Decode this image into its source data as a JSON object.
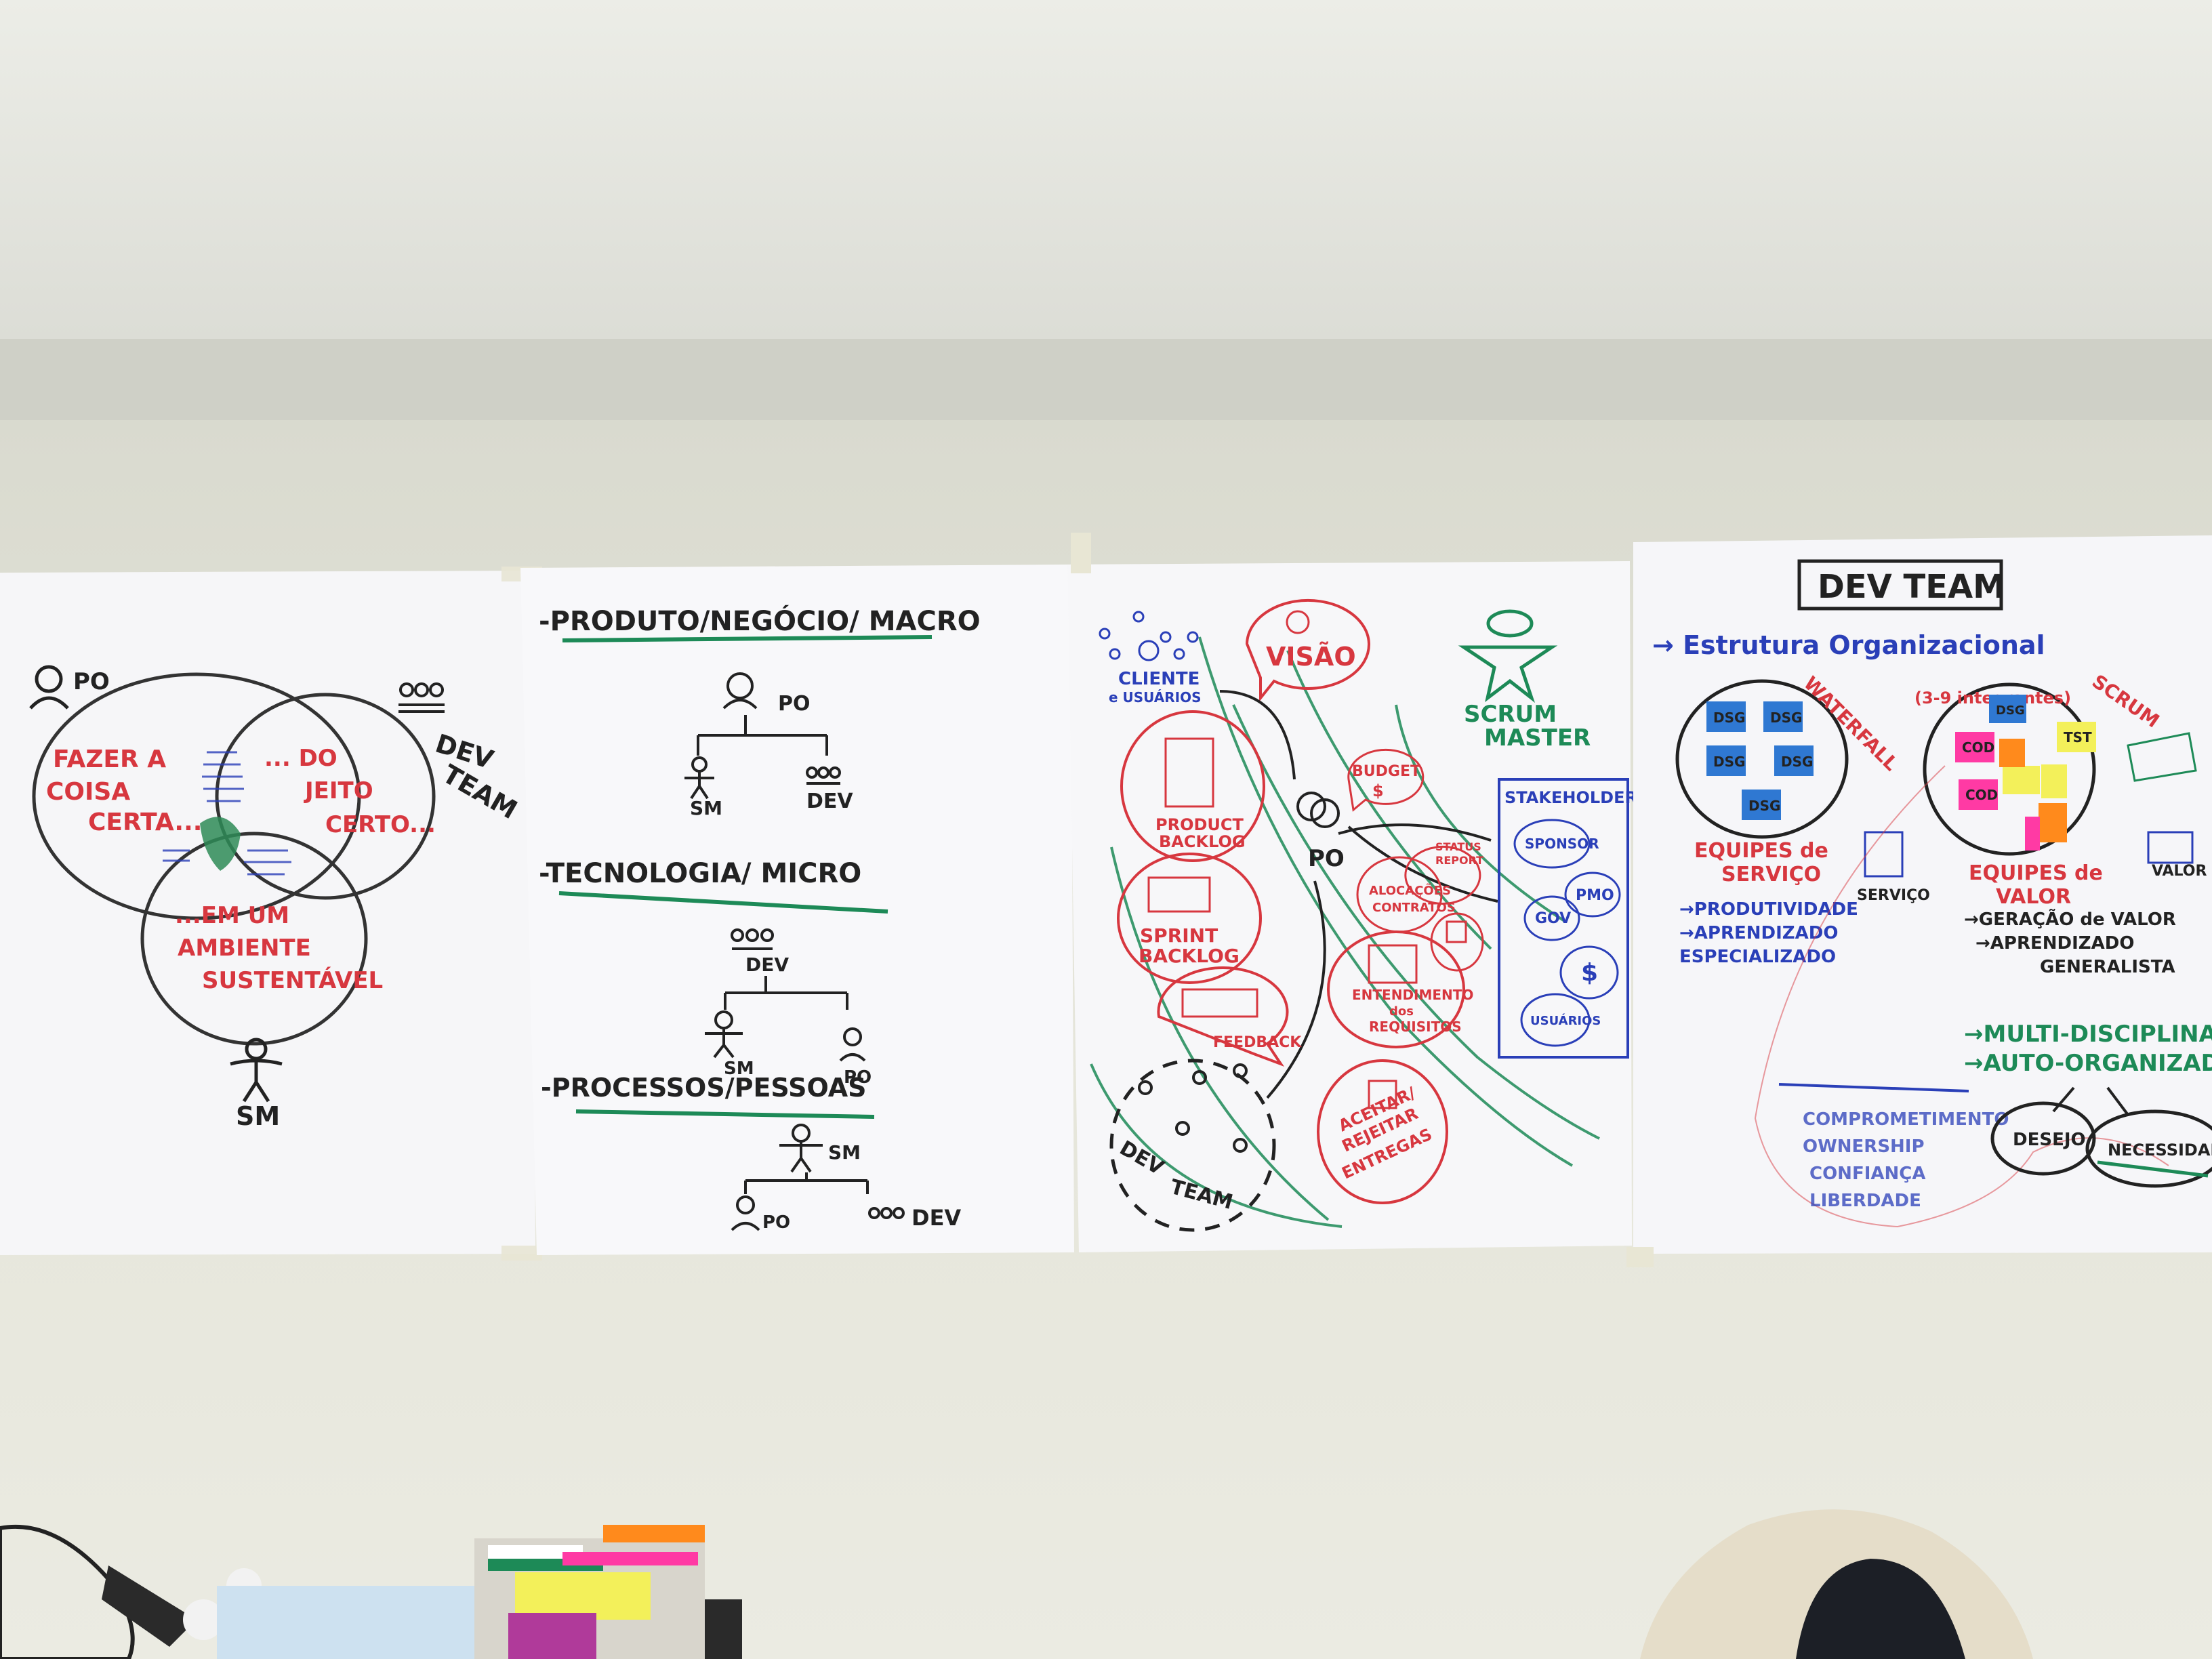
{
  "colors": {
    "ceiling": "#e6e7e1",
    "wall": "#e5e5da",
    "paper": "#f7f7f9",
    "marker_black": "#222222",
    "marker_red": "#d7373f",
    "marker_green": "#1d8a57",
    "marker_blue": "#2a3fb8",
    "postit_blue": "#2f78d2",
    "postit_pink": "#ff3aa4",
    "postit_yellow": "#f3f05a",
    "postit_orange": "#ff8a1c"
  },
  "sheet1": {
    "po": "PO",
    "dev_team": [
      "DEV",
      "TEAM"
    ],
    "circle_left": [
      "FAZER A",
      "COISA",
      "CERTA..."
    ],
    "circle_right": [
      "... DO",
      "JEITO",
      "CERTO..."
    ],
    "circle_bottom": [
      "...EM UM",
      "AMBIENTE",
      "SUSTENTÁVEL"
    ],
    "sm": "SM"
  },
  "sheet2": {
    "heading1": "-PRODUTO/NEGÓCIO/ MACRO",
    "heading2": "-TECNOLOGIA/ MICRO",
    "heading3": "-PROCESSOS/PESSOAS",
    "po": "PO",
    "sm": "SM",
    "dev": "DEV"
  },
  "sheet3": {
    "cliente": [
      "CLIENTE",
      "e USUÁRIOS"
    ],
    "visao": "VISÃO",
    "scrum_master": [
      "SCRUM",
      "MASTER"
    ],
    "budget": [
      "BUDGET",
      "$"
    ],
    "po": "PO",
    "status_report": [
      "STATUS",
      "REPORT"
    ],
    "alocacoes": [
      "ALOCAÇÕES",
      "CONTRATOS"
    ],
    "product_backlog": [
      "PRODUCT",
      "BACKLOG"
    ],
    "sprint_backlog": [
      "SPRINT",
      "BACKLOG"
    ],
    "feedback": "FEEDBACK",
    "entendimento": [
      "ENTENDIMENTO",
      "dos",
      "REQUISITOS"
    ],
    "aceitar": [
      "ACEITAR/",
      "REJEITAR",
      "ENTREGAS"
    ],
    "dev_team": [
      "DEV",
      "TEAM"
    ],
    "stakeholders": "STAKEHOLDERS",
    "sponsor": "SPONSOR",
    "pmo": "PMO",
    "gov": "GOV",
    "dollar": "$",
    "usuarios": "USUÁRIOS"
  },
  "sheet4": {
    "title": "DEV TEAM",
    "estrutura": "→ Estrutura Organizacional",
    "waterfall": "WATERFALL",
    "scrum": "SCRUM",
    "integrantes": "(3-9 integrantes)",
    "dsg": "DSG",
    "cod": "COD",
    "tst": "TST",
    "equipes_servico": [
      "EQUIPES de",
      "SERVIÇO"
    ],
    "servico": "SERVIÇO",
    "equipes_valor": [
      "EQUIPES de",
      "VALOR"
    ],
    "valor": "VALOR",
    "servico_list": [
      "→PRODUTIVIDADE",
      "→APRENDIZADO",
      "ESPECIALIZADO"
    ],
    "valor_list": [
      "→GERAÇÃO de VALOR",
      "→APRENDIZADO",
      "GENERALISTA"
    ],
    "multi": "→MULTI-DISCIPLINAR",
    "auto": "→AUTO-ORGANIZADO",
    "bottom_list": [
      "COMPROMETIMENTO",
      "OWNERSHIP",
      "CONFIANÇA",
      "LIBERDADE"
    ],
    "desejo": "DESEJO",
    "necessidade": "NECESSIDADE"
  }
}
